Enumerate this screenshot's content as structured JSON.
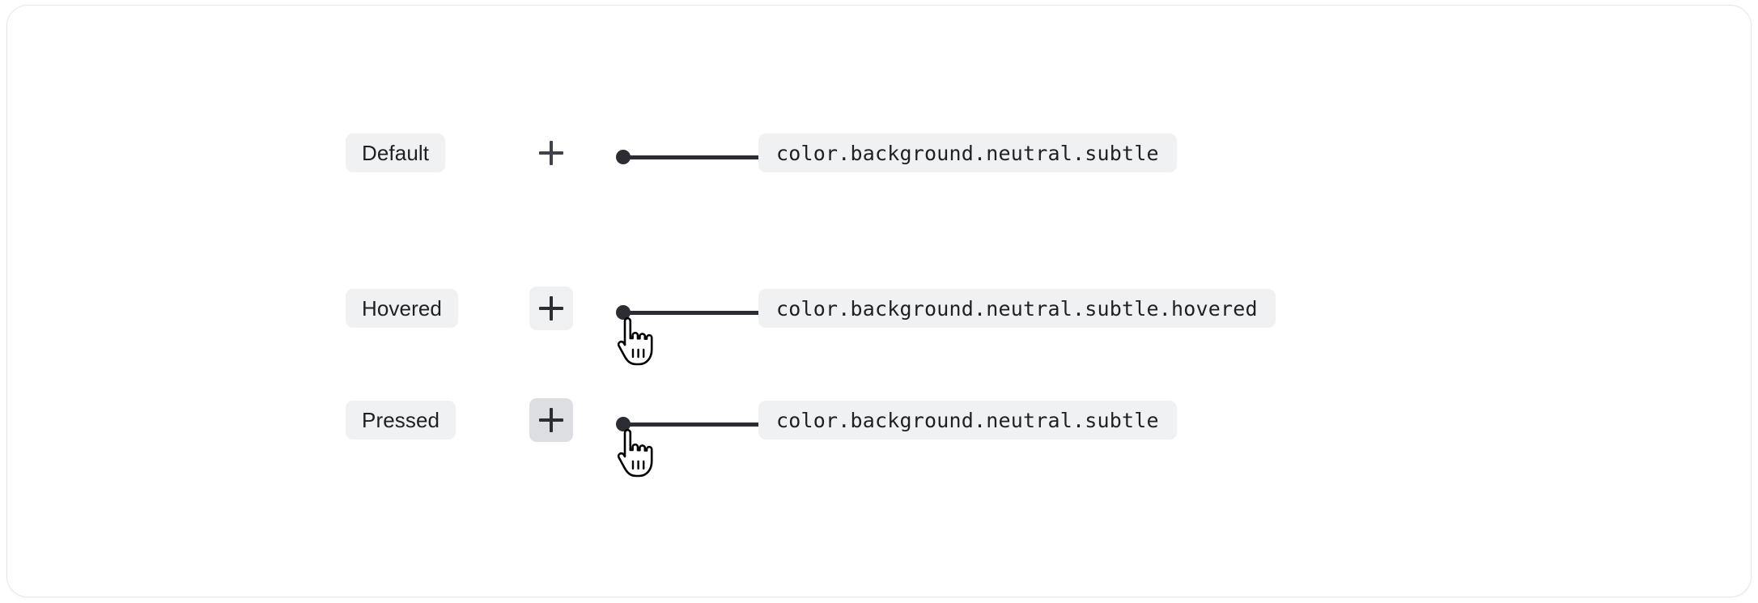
{
  "canvas": {
    "background_color": "#ffffff",
    "card_background": "#ffffff",
    "card_border_color": "#e6e7e9"
  },
  "colors": {
    "chip_background": "#f0f1f2",
    "button_hovered_background": "#eff0f1",
    "button_pressed_background": "#dcdee1",
    "connector": "#2b2d33",
    "icon": "#41434a",
    "text": "#1f2023"
  },
  "rows": [
    {
      "state_label": "Default",
      "icon_name": "plus-icon",
      "button_state": "default",
      "token": "color.background.neutral.subtle",
      "cursor_visible": false
    },
    {
      "state_label": "Hovered",
      "icon_name": "plus-icon",
      "button_state": "hovered",
      "token": "color.background.neutral.subtle.hovered",
      "cursor_visible": true,
      "cursor_name": "pointing-hand-cursor"
    },
    {
      "state_label": "Pressed",
      "icon_name": "plus-icon",
      "button_state": "pressed",
      "token": "color.background.neutral.subtle",
      "cursor_visible": true,
      "cursor_name": "pointing-hand-cursor"
    }
  ]
}
